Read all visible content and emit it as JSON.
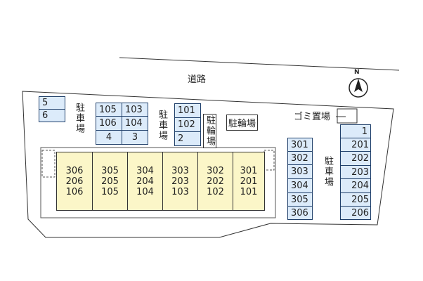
{
  "road_label": "道路",
  "compass_label": "N",
  "garbage_label": "ゴミ置場",
  "bike_parking_label": "駐輪場",
  "bike_parking_vertical": "駐輪場",
  "parking_label": "駐車場",
  "parking": {
    "left": [
      "5",
      "6"
    ],
    "block_a": [
      [
        "105",
        "103"
      ],
      [
        "106",
        "104"
      ],
      [
        "4",
        "3"
      ]
    ],
    "block_b": [
      "101",
      "102",
      "2"
    ],
    "center_right": [
      "301",
      "302",
      "303",
      "304",
      "305",
      "306"
    ],
    "far_right": [
      "1",
      "201",
      "202",
      "203",
      "204",
      "205",
      "206"
    ]
  },
  "units": [
    [
      "306",
      "206",
      "106"
    ],
    [
      "305",
      "205",
      "105"
    ],
    [
      "304",
      "204",
      "104"
    ],
    [
      "303",
      "203",
      "103"
    ],
    [
      "302",
      "202",
      "102"
    ],
    [
      "301",
      "201",
      "101"
    ]
  ],
  "colors": {
    "parking_fill": "#dcebfa",
    "parking_border": "#1f3f6a",
    "building_fill": "#fbf6c8",
    "site_outline": "#333333"
  }
}
